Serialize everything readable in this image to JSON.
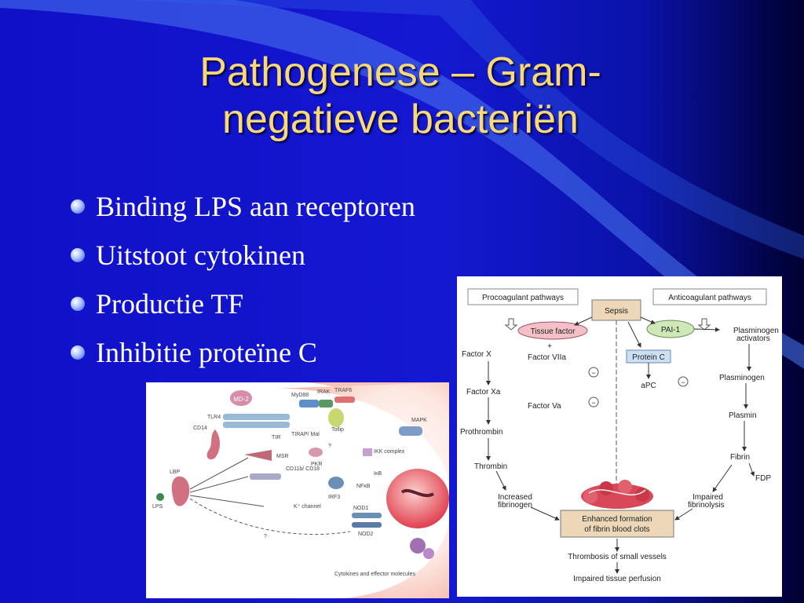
{
  "slide": {
    "title": "Pathogenese – Gram-negatieve bacteriën",
    "bullets": [
      "Binding LPS aan receptoren",
      "Uitstoot cytokinen",
      "Productie TF",
      "Inhibitie proteïne C"
    ]
  },
  "colors": {
    "background": "#1414cc",
    "title": "#f8d878",
    "bullet_text": "#ffffff"
  },
  "figure1": {
    "labels": {
      "md2": "MD-2",
      "tlr4": "TLR4",
      "cd14": "CD14",
      "mydd8": "MyD88",
      "irak": "IRAK",
      "traf6": "TRAF6",
      "tollip": "Tollip",
      "tir": "TIR",
      "tirap": "TIRAP/ Mal",
      "msr": "MSR",
      "pkr": "PKR",
      "ikk": "IKK complex",
      "ikb": "IκB",
      "nfkb": "NFκB",
      "mapk": "MAPK",
      "cd11b": "CD11b/ CD18",
      "irf3": "IRF3",
      "lbp": "LBP",
      "lps": "LPS",
      "kchannel": "K⁺ channel",
      "nod1": "NOD1",
      "nod2": "NOD2",
      "q": "?",
      "cytokines": "Cytokines and effector molecules"
    }
  },
  "figure2": {
    "pathways": {
      "procoagulant": "Procoagulant pathways",
      "anticoagulant": "Anticoagulant pathways"
    },
    "sepsis": "Sepsis",
    "tissue_factor": "Tissue factor",
    "pai1": "PAI-1",
    "protein_c": "Protein C",
    "apc": "aPC",
    "plus": "+",
    "minus": "−",
    "factor_x": "Factor X",
    "factor_viia": "Factor VIIa",
    "factor_xa": "Factor Xa",
    "factor_va": "Factor Va",
    "prothrombin": "Prothrombin",
    "thrombin": "Thrombin",
    "increased_1": "Increased",
    "increased_2": "fibrinogen",
    "plasminogen_act_1": "Plasminogen",
    "plasminogen_act_2": "activators",
    "plasminogen": "Plasminogen",
    "plasmin": "Plasmin",
    "fibrin": "Fibrin",
    "fdp": "FDP",
    "impaired_1": "Impaired",
    "impaired_2": "fibrinolysis",
    "enhanced_1": "Enhanced formation",
    "enhanced_2": "of fibrin blood clots",
    "thrombosis": "Thrombosis of small vessels",
    "perfusion": "Impaired tissue perfusion"
  }
}
